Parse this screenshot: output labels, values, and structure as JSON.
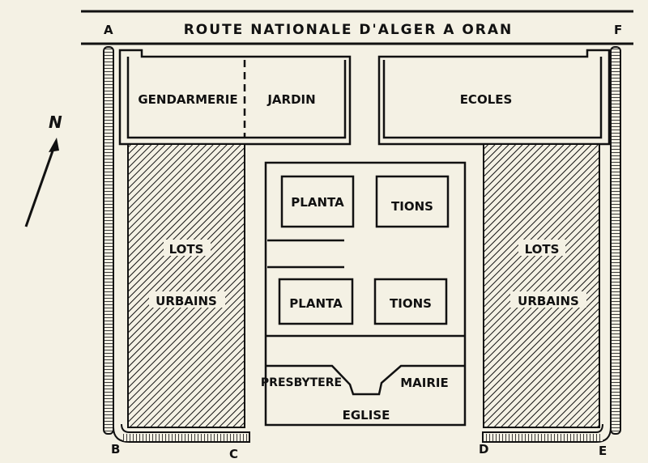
{
  "road": {
    "label": "ROUTE NATIONALE D'ALGER A ORAN"
  },
  "corners": {
    "a": "A",
    "f": "F",
    "b": "B",
    "c": "C",
    "d": "D",
    "e": "E"
  },
  "north": {
    "label": "N"
  },
  "blocks": {
    "gendarmerie": "GENDARMERIE",
    "jardin": "JARDIN",
    "ecoles": "ECOLES",
    "lots_left": [
      "LOTS",
      "URBAINS"
    ],
    "lots_right": [
      "LOTS",
      "URBAINS"
    ],
    "plantations": [
      "PLANTA",
      "TIONS",
      "PLANTA",
      "TIONS"
    ],
    "presbytere": "PRESBYTERE",
    "mairie": "MAIRIE",
    "eglise": "EGLISE"
  },
  "colors": {
    "paper": "#f4f1e4",
    "ink": "#111111"
  }
}
